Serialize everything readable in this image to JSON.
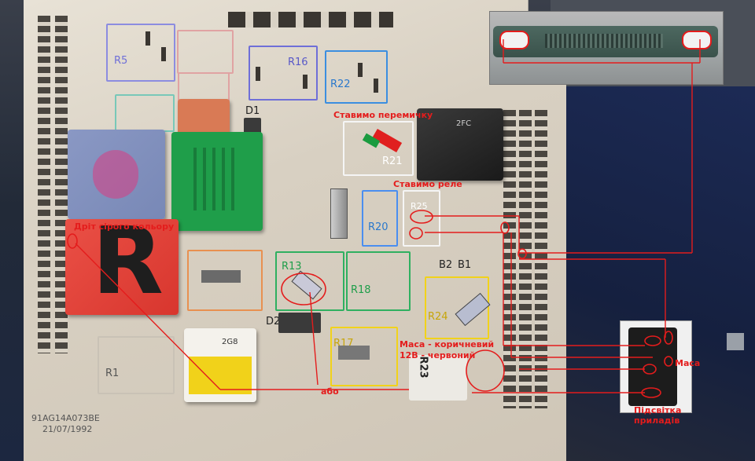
{
  "image": {
    "annotations": {
      "jumper": "Ставимо перемичку",
      "relay": "Ставимо реле",
      "grey_wire": "Дріт сірого кольору",
      "or": "або",
      "ground_brown": "Маса - коричневий",
      "red_12v": "12В - червоний",
      "ground": "Маса",
      "dash_light_1": "Підсвітка",
      "dash_light_2": "приладів"
    },
    "slot_labels": {
      "r5": "R5",
      "r16": "R16",
      "r22": "R22",
      "d1": "D1",
      "r21": "R21",
      "r20": "R20",
      "r25": "R25",
      "r13": "R13",
      "r18": "R18",
      "b2": "B2",
      "b1": "B1",
      "r24": "R24",
      "d2": "D2",
      "r17": "R17",
      "r1": "R1",
      "r23": "R23"
    },
    "relay_labels": {
      "black_relay": "2FC",
      "white_relay": "2G8",
      "red_relay": "R"
    },
    "print": {
      "part_no": "91AG14A073BE",
      "date": "21/07/1992"
    },
    "colors": {
      "annotation_red": "#e41c1c",
      "green_relay": "#1f9e4a",
      "red_relay": "#e0433b",
      "yellow": "#f1d21a"
    }
  }
}
